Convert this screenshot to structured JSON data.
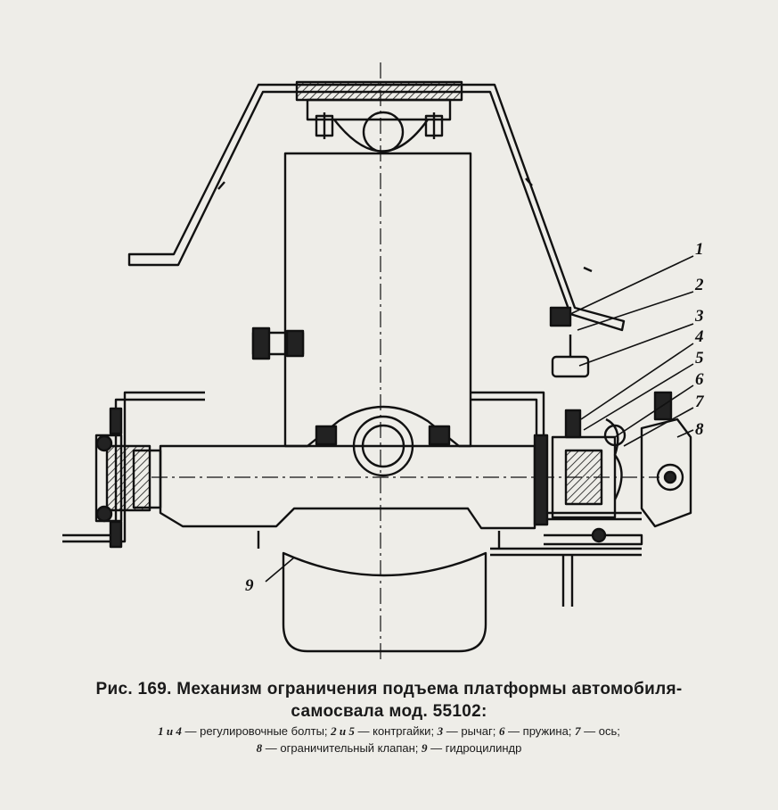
{
  "figure": {
    "callouts": [
      "1",
      "2",
      "3",
      "4",
      "5",
      "6",
      "7",
      "8",
      "9"
    ]
  },
  "caption": {
    "title_line1": "Рис. 169. Механизм ограничения подъема платформы автомобиля-",
    "title_line2": "самосвала мод. 55102:",
    "legend_line1": [
      {
        "num": "1 и 4",
        "text": " — регулировочные болты; "
      },
      {
        "num": "2 и 5",
        "text": " — контргайки; "
      },
      {
        "num": "3",
        "text": " — рычаг; "
      },
      {
        "num": "6",
        "text": " — пружина; "
      },
      {
        "num": "7",
        "text": " — ось;"
      }
    ],
    "legend_line2": [
      {
        "num": "8",
        "text": " — ограничительный клапан; "
      },
      {
        "num": "9",
        "text": " — гидроцилиндр"
      }
    ]
  }
}
